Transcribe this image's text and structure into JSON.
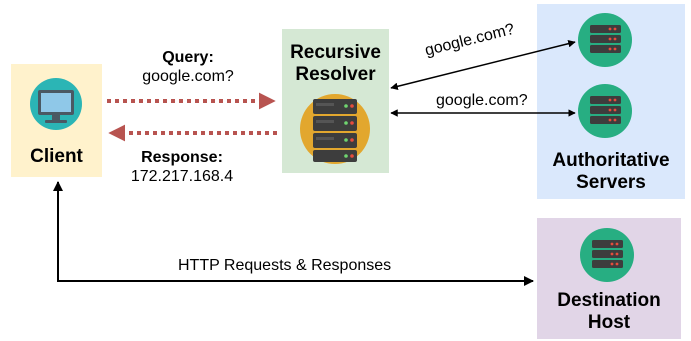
{
  "nodes": {
    "client": {
      "label": "Client"
    },
    "resolver": {
      "label_line1": "Recursive",
      "label_line2": "Resolver"
    },
    "authoritative": {
      "label_line1": "Authoritative",
      "label_line2": "Servers"
    },
    "destination": {
      "label_line1": "Destination",
      "label_line2": "Host"
    }
  },
  "edges": {
    "query": {
      "title": "Query:",
      "text": "google.com?"
    },
    "response": {
      "title": "Response:",
      "text": "172.217.168.4"
    },
    "auth_query_1": {
      "text": "google.com?"
    },
    "auth_query_2": {
      "text": "google.com?"
    },
    "http": {
      "text": "HTTP Requests & Responses"
    }
  },
  "colors": {
    "client_bg": "#fff2cc",
    "resolver_bg": "#d5e8d4",
    "authoritative_bg": "#dae8fc",
    "destination_bg": "#e1d5e7",
    "dns_arrow": "#b85450",
    "server_circle": "#27ae82",
    "resolver_circle": "#e2a72e",
    "monitor_circle": "#2bb5b5"
  },
  "icons": [
    "monitor-icon",
    "server-icon"
  ]
}
